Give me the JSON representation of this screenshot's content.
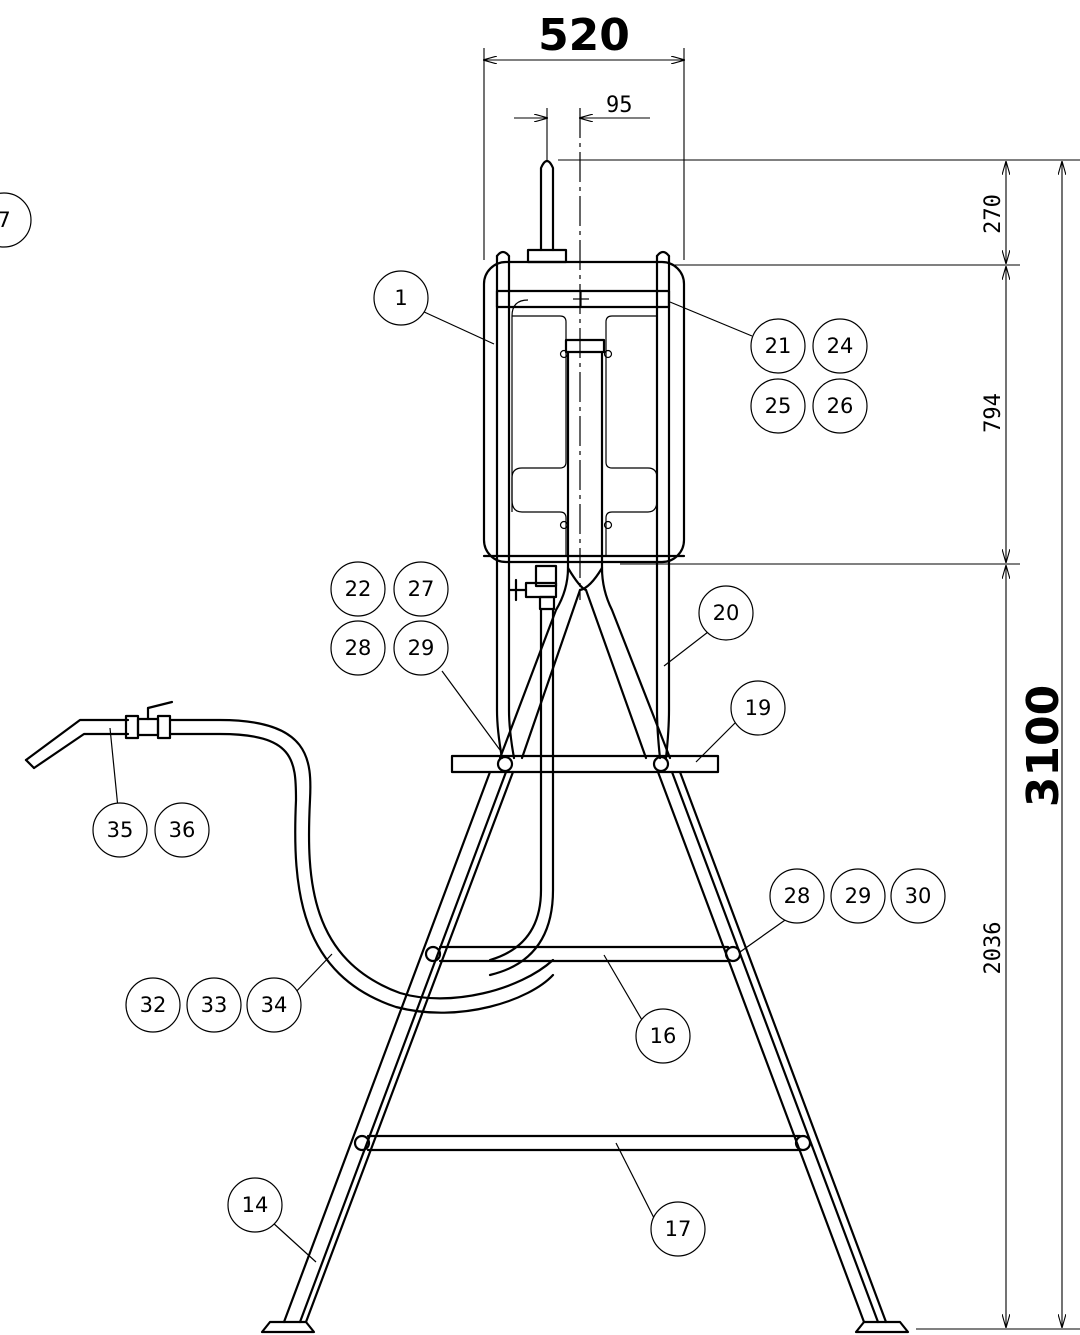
{
  "dimensions": {
    "width_top": "520",
    "offset": "95",
    "seg_top": "270",
    "seg_tank": "794",
    "seg_frame": "2036",
    "total": "3100"
  },
  "balloons": [
    "7",
    "1",
    "21",
    "24",
    "25",
    "26",
    "22",
    "27",
    "28",
    "29",
    "20",
    "19",
    "35",
    "36",
    "28",
    "29",
    "30",
    "32",
    "33",
    "34",
    "16",
    "14",
    "17"
  ]
}
